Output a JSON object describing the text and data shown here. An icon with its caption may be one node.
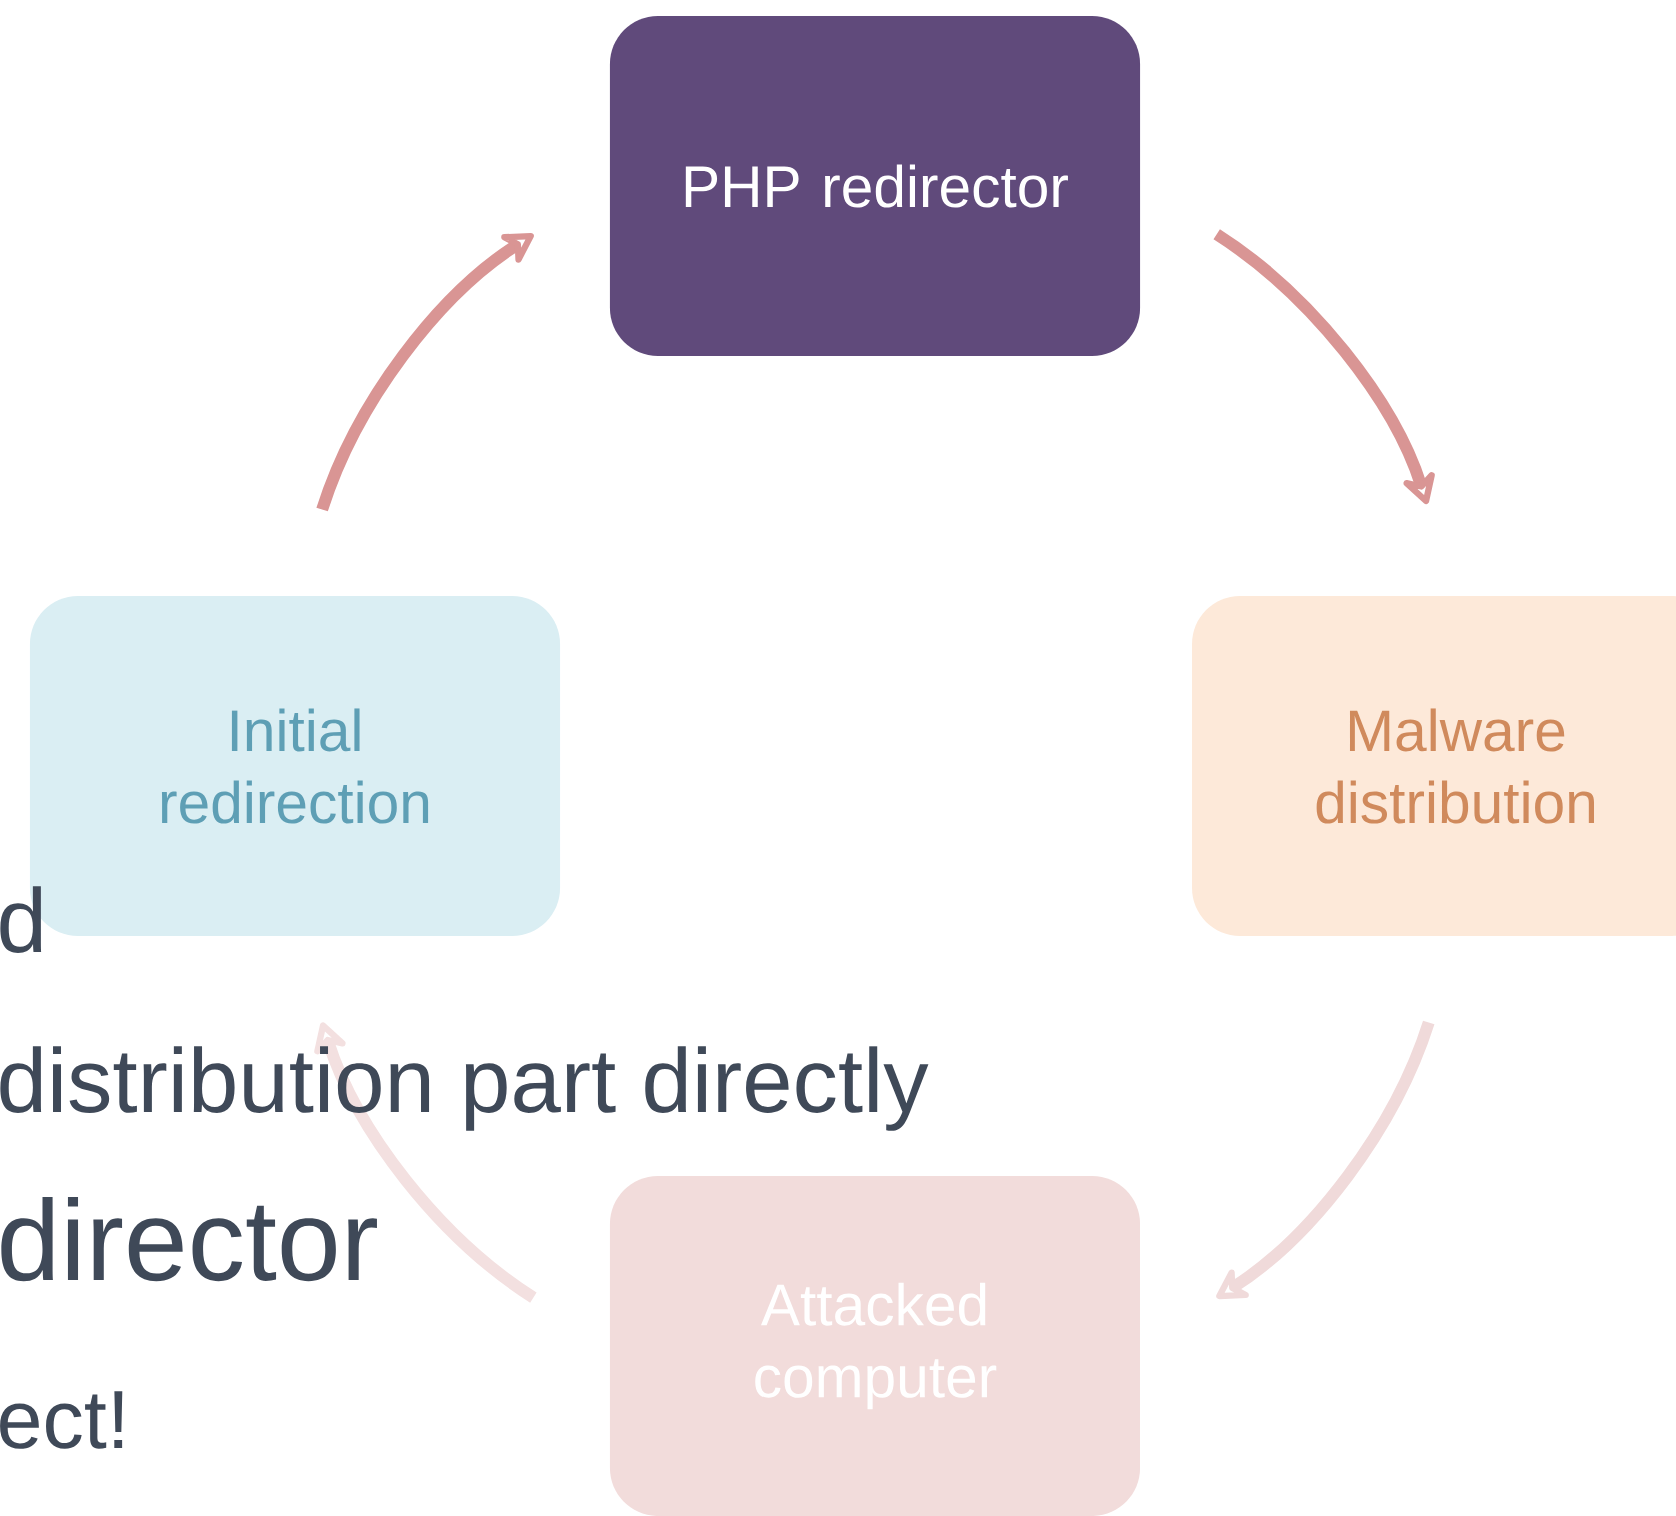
{
  "diagram": {
    "nodes": [
      {
        "text": [
          "PHP redirector"
        ]
      },
      {
        "text": [
          "Malware distribution"
        ]
      },
      {
        "text": [
          "Attacked computer"
        ]
      },
      {
        "text": [
          "Initial redirection"
        ]
      }
    ],
    "edges": [
      {
        "from": 3,
        "to": 0,
        "arrow": "to",
        "color": "#d99594"
      },
      {
        "from": 0,
        "to": 1,
        "arrow": "to",
        "color": "#d99594"
      },
      {
        "from": 1,
        "to": 2,
        "arrow": "to",
        "color": "#f0dada"
      },
      {
        "from": 2,
        "to": 3,
        "arrow": "to",
        "color": "#f3e0e0"
      }
    ],
    "labels": [
      "d",
      "distribution part directly",
      "director",
      "ect!"
    ]
  }
}
